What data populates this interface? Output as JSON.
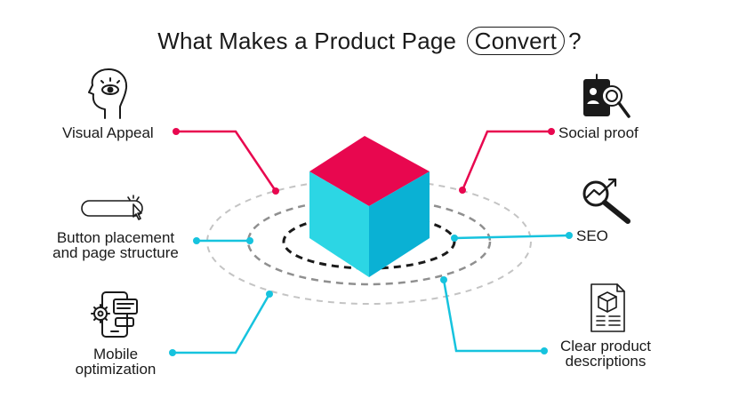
{
  "title": {
    "before": "What Makes a Product Page",
    "highlight": "Convert",
    "after": "?"
  },
  "items": {
    "visual_appeal": {
      "label": "Visual Appeal",
      "icon": "head-eye-icon"
    },
    "button_placement": {
      "line1": "Button placement",
      "line2": "and page structure",
      "icon": "button-click-icon"
    },
    "mobile": {
      "line1": "Mobile",
      "line2": "optimization",
      "icon": "mobile-settings-icon"
    },
    "social_proof": {
      "label": "Social proof",
      "icon": "profile-magnifier-icon"
    },
    "seo": {
      "label": "SEO",
      "icon": "search-growth-icon"
    },
    "clear_descriptions": {
      "line1": "Clear product",
      "line2": "descriptions",
      "icon": "document-box-icon"
    }
  },
  "colors": {
    "pink": "#e8074f",
    "cyan": "#16c3de",
    "cube_top": "#e8074f",
    "cube_left": "#2cd6e4",
    "cube_right": "#0ab1d4",
    "ring": "#bdbdbd",
    "ring_dark": "#1a1a1a"
  }
}
